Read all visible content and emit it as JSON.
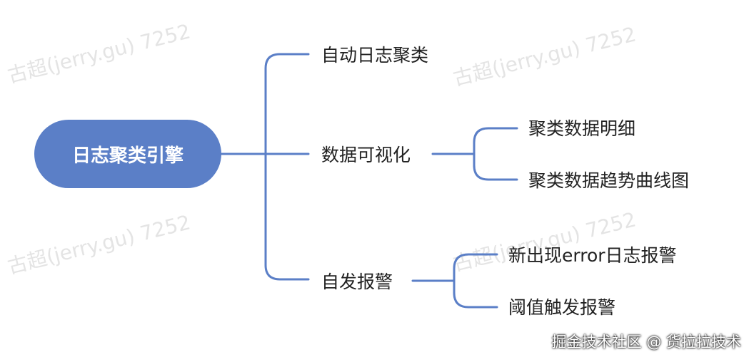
{
  "watermarks": [
    "古超(jerry.gu) 7252",
    "古超(jerry.gu) 7252",
    "古超(jerry.gu) 7252",
    "古超(jerry.gu) 7252"
  ],
  "root": {
    "label": "日志聚类引擎"
  },
  "branches": [
    {
      "label": "自动日志聚类",
      "children": []
    },
    {
      "label": "数据可视化",
      "children": [
        "聚类数据明细",
        "聚类数据趋势曲线图"
      ]
    },
    {
      "label": "自发报警",
      "children": [
        "新出现error日志报警",
        "阈值触发报警"
      ]
    }
  ],
  "footer": {
    "text": "掘金技术社区 @ 货拉拉技术"
  },
  "colors": {
    "root_fill": "#5b7fc7",
    "connector": "#5b7fc7",
    "text": "#222222",
    "watermark": "#e4e4e4"
  }
}
